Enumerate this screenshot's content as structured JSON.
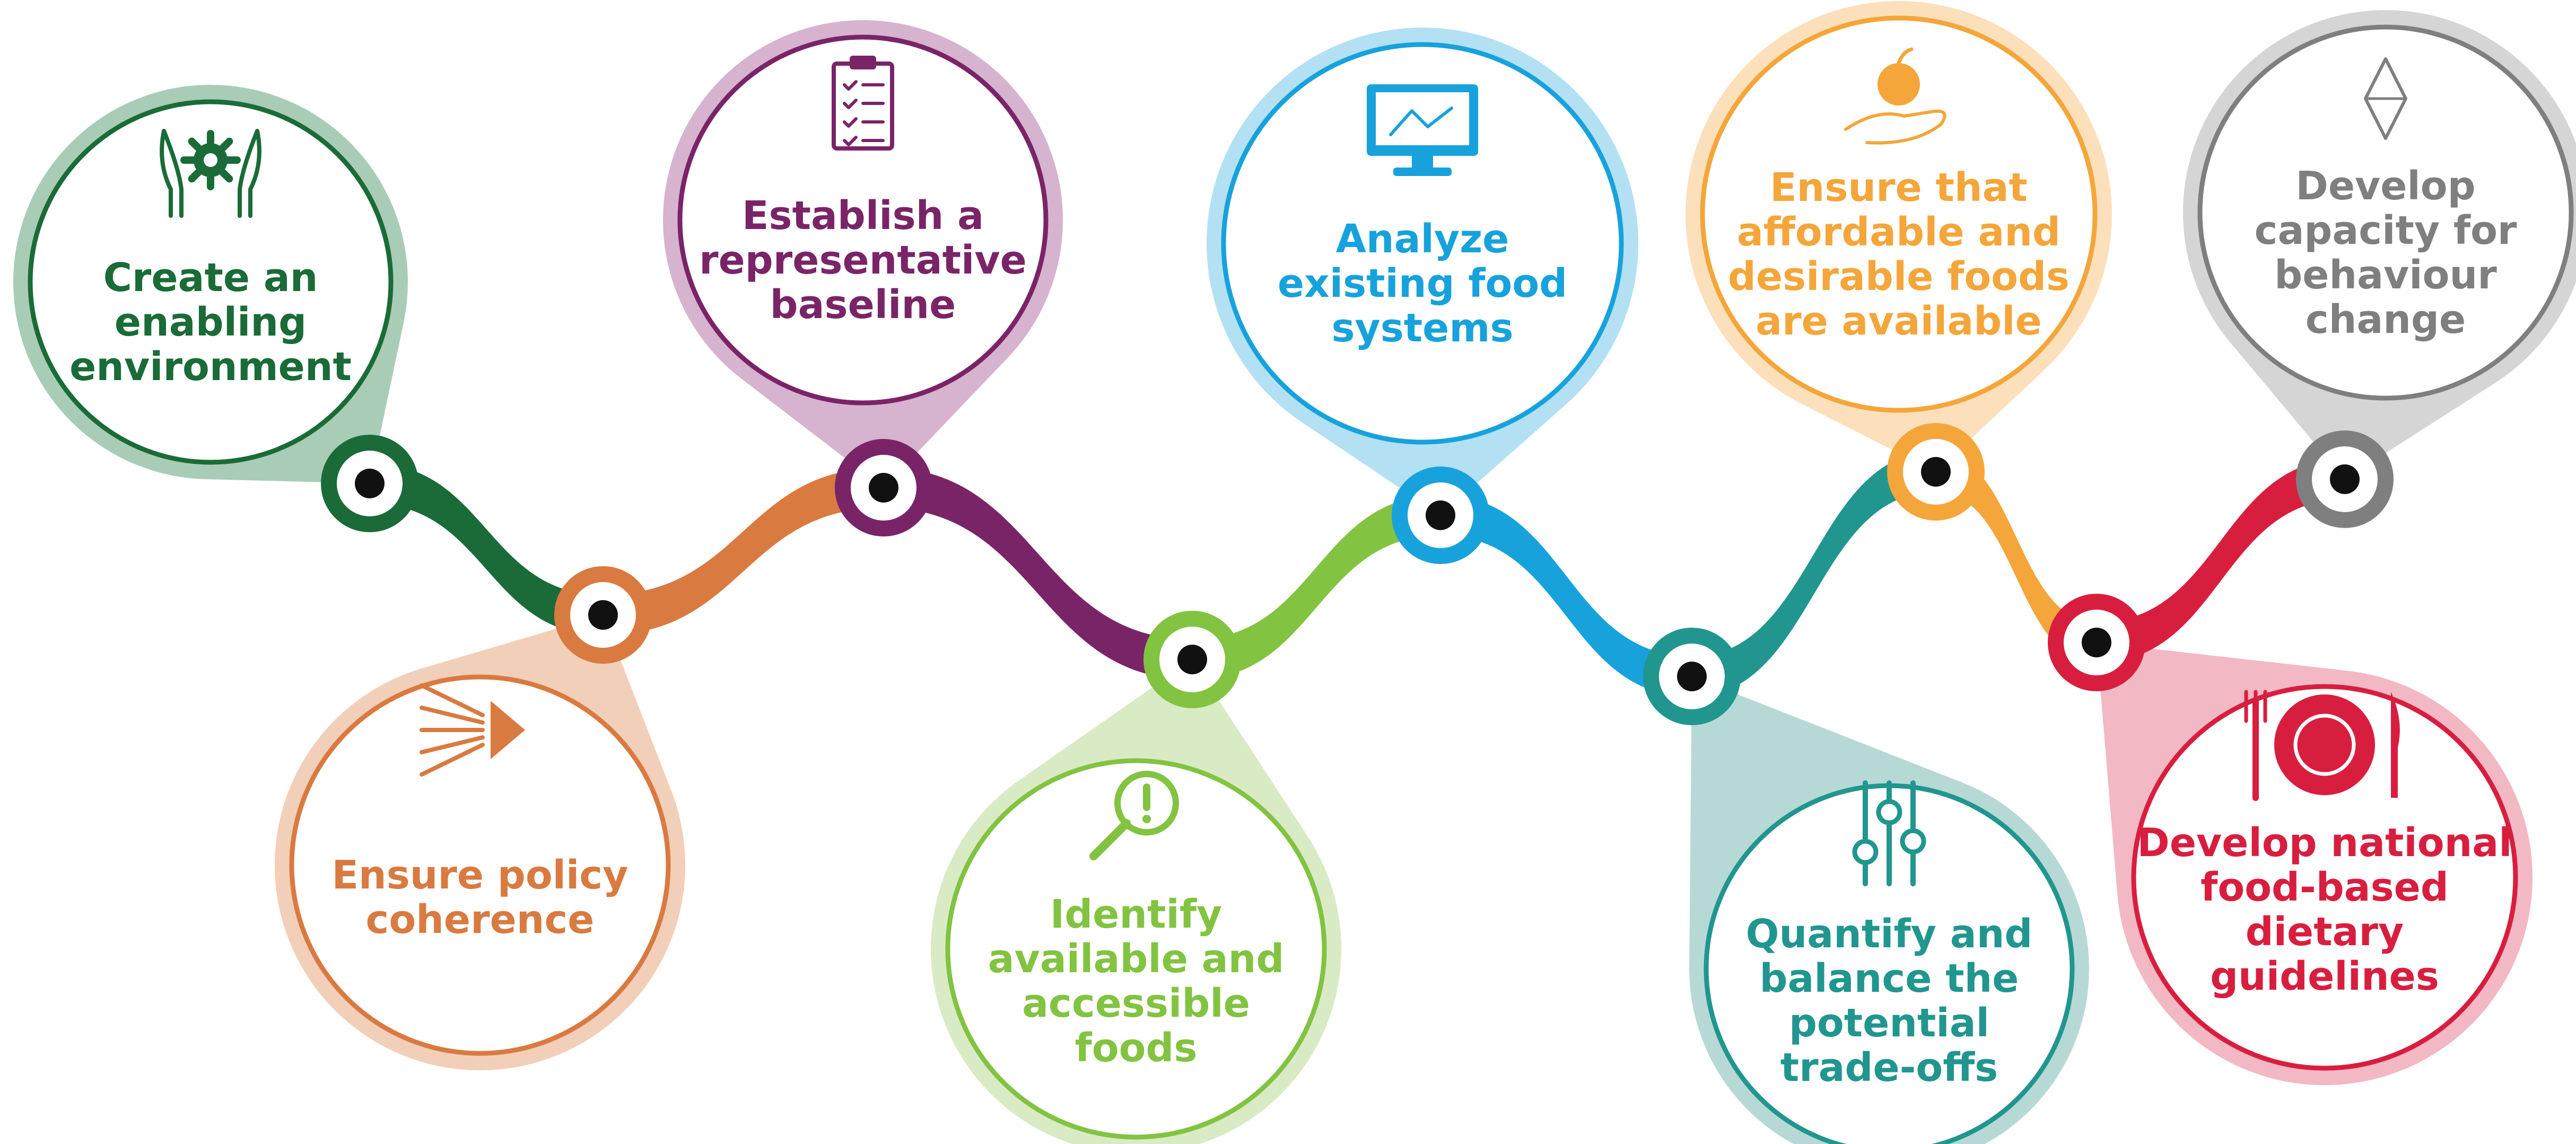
{
  "steps": [
    {
      "label_lines": [
        "Create an",
        "enabling",
        "environment"
      ],
      "color": "#1a6b38",
      "halo": "#a9ccb6",
      "icon": "hands-gear-icon"
    },
    {
      "label_lines": [
        "Ensure policy",
        "coherence"
      ],
      "color": "#d97a41",
      "halo": "#f2cfb9",
      "icon": "converging-arrows-icon"
    },
    {
      "label_lines": [
        "Establish a",
        "representative",
        "baseline"
      ],
      "color": "#7a2468",
      "halo": "#d6b3cf",
      "icon": "clipboard-checklist-icon"
    },
    {
      "label_lines": [
        "Identify",
        "available and",
        "accessible",
        "foods"
      ],
      "color": "#82c341",
      "halo": "#d9ebc5",
      "icon": "magnifier-alert-icon"
    },
    {
      "label_lines": [
        "Analyze",
        "existing food",
        "systems"
      ],
      "color": "#17a2dc",
      "halo": "#b3e0f3",
      "icon": "monitor-chart-icon"
    },
    {
      "label_lines": [
        "Quantify and",
        "balance the",
        "potential",
        "trade-offs"
      ],
      "color": "#21968f",
      "halo": "#b6d9d6",
      "icon": "sliders-icon"
    },
    {
      "label_lines": [
        "Ensure that",
        "affordable and",
        "desirable foods",
        "are available"
      ],
      "color": "#f4a63a",
      "halo": "#fbe0bb",
      "icon": "hand-apple-icon"
    },
    {
      "label_lines": [
        "Develop national",
        "food-based",
        "dietary",
        "guidelines"
      ],
      "color": "#d81e3f",
      "halo": "#f2b8c4",
      "icon": "plate-cutlery-icon"
    },
    {
      "label_lines": [
        "Develop",
        "capacity for",
        "behaviour",
        "change"
      ],
      "color": "#7f7f7f",
      "halo": "#d5d5d5",
      "icon": "diamond-icon"
    }
  ]
}
